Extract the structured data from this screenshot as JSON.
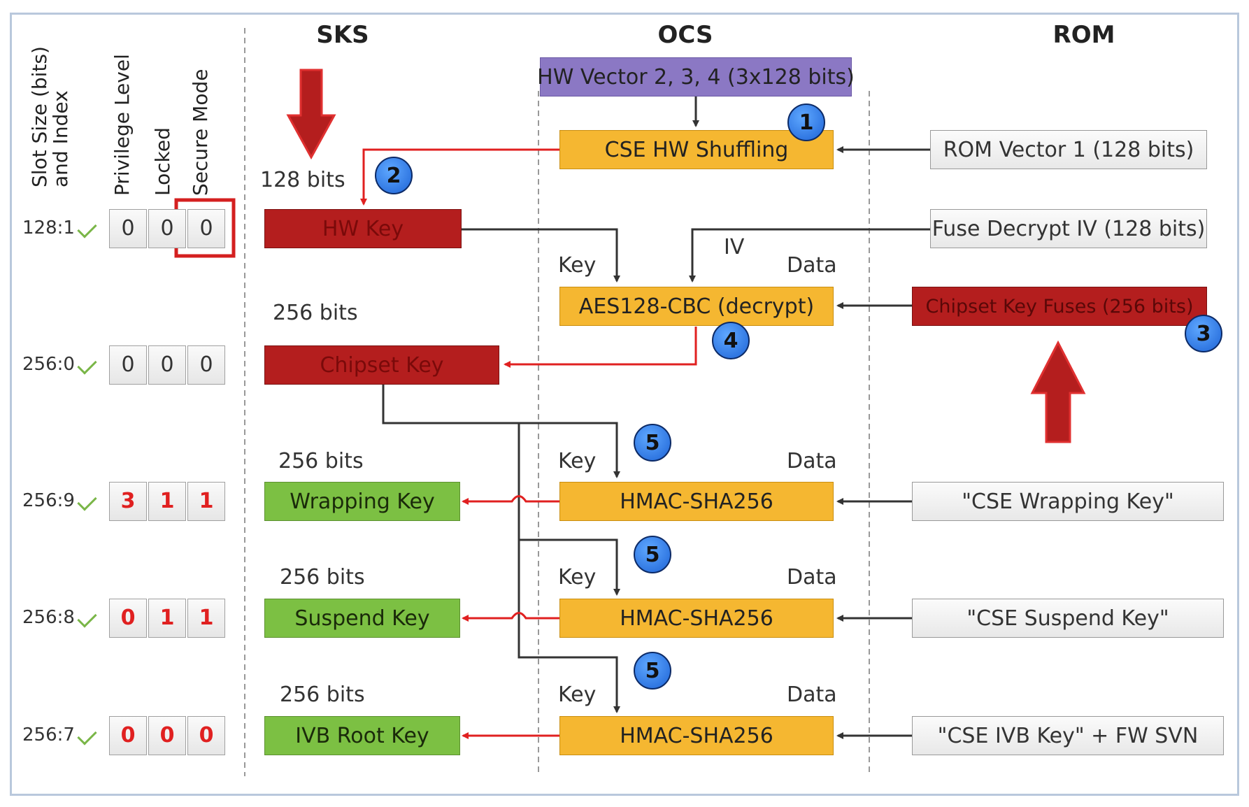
{
  "headers": {
    "slot": "Slot Size (bits)\nand Index",
    "privilege": "Privilege Level",
    "locked": "Locked",
    "secure": "Secure Mode",
    "sks": "SKS",
    "ocs": "OCS",
    "rom": "ROM"
  },
  "rows": [
    {
      "slot": "128:1",
      "cells": [
        "0",
        "0",
        "0"
      ]
    },
    {
      "slot": "256:0",
      "cells": [
        "0",
        "0",
        "0"
      ]
    },
    {
      "slot": "256:9",
      "cells": [
        "3",
        "1",
        "1"
      ]
    },
    {
      "slot": "256:8",
      "cells": [
        "0",
        "1",
        "1"
      ]
    },
    {
      "slot": "256:7",
      "cells": [
        "0",
        "0",
        "0"
      ]
    }
  ],
  "sks": {
    "hw_key": "HW Key",
    "chipset_key": "Chipset Key",
    "wrapping_key": "Wrapping Key",
    "suspend_key": "Suspend Key",
    "ivb_root_key": "IVB Root Key",
    "bits_128": "128 bits",
    "bits_256": "256 bits"
  },
  "ocs": {
    "hw_vector": "HW Vector 2, 3, 4 (3x128 bits)",
    "shuffling": "CSE HW Shuffling",
    "aes": "AES128-CBC (decrypt)",
    "hmac": "HMAC-SHA256",
    "key": "Key",
    "data": "Data",
    "iv": "IV"
  },
  "rom": {
    "vector1": "ROM Vector 1 (128 bits)",
    "fuse_iv": "Fuse Decrypt IV (128 bits)",
    "chipset_fuses": "Chipset Key Fuses (256 bits)",
    "wrapping": "\"CSE Wrapping Key\"",
    "suspend": "\"CSE Suspend Key\"",
    "ivb": "\"CSE IVB Key\" + FW SVN"
  },
  "badges": [
    "1",
    "2",
    "3",
    "4",
    "5",
    "5",
    "5"
  ],
  "colors": {
    "red": "#b41e1e",
    "green": "#7cc043",
    "yellow": "#f5b731",
    "purple": "#8b78c4",
    "arrow_red": "#e02020",
    "badge_blue": "#2a7ae8"
  }
}
